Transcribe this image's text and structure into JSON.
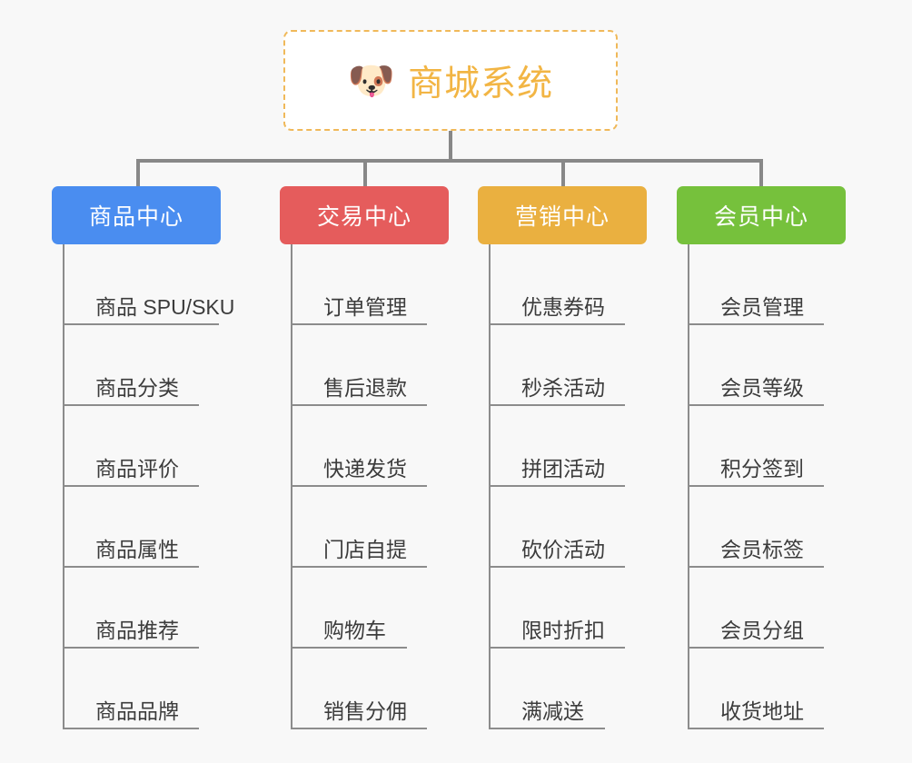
{
  "page": {
    "background_color": "#f8f8f8",
    "line_color": "#8c8c8c"
  },
  "root": {
    "title": "商城系统",
    "emoji_icon": "shiba-inu-dog-face-emoji",
    "emoji": "🐶",
    "border_color": "#f0b95a",
    "text_color": "#f2b544",
    "background_color": "#ffffff"
  },
  "branches": [
    {
      "label": "商品中心",
      "color": "#4a8df0",
      "items": [
        "商品 SPU/SKU",
        "商品分类",
        "商品评价",
        "商品属性",
        "商品推荐",
        "商品品牌"
      ]
    },
    {
      "label": "交易中心",
      "color": "#e55c5c",
      "items": [
        "订单管理",
        "售后退款",
        "快递发货",
        "门店自提",
        "购物车",
        "销售分佣"
      ]
    },
    {
      "label": "营销中心",
      "color": "#eab040",
      "items": [
        "优惠券码",
        "秒杀活动",
        "拼团活动",
        "砍价活动",
        "限时折扣",
        "满减送"
      ]
    },
    {
      "label": "会员中心",
      "color": "#76c13c",
      "items": [
        "会员管理",
        "会员等级",
        "积分签到",
        "会员标签",
        "会员分组",
        "收货地址"
      ]
    }
  ]
}
